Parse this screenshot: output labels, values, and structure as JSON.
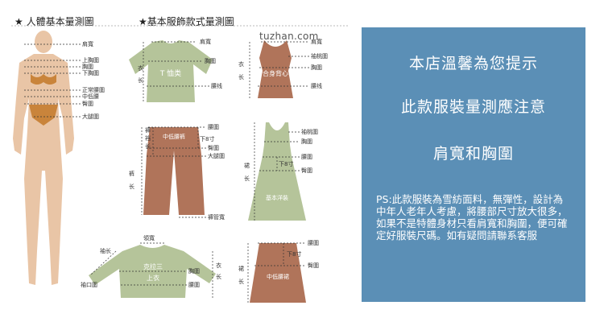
{
  "chart": {
    "title_body": "★ 人體基本量測圖",
    "title_clothes": "★基本服飾款式量測圖",
    "watermark": "tuzhan.com",
    "body_labels": [
      "肩寬",
      "上胸圍",
      "胸圍",
      "下胸圍",
      "正常腰圍",
      "中低腰",
      "臀圍",
      "大腿圍"
    ],
    "tshirt": {
      "name": "T 恤类",
      "labels": [
        "肩寬",
        "胸圍",
        "腰线"
      ],
      "side": "衣\n长"
    },
    "vest": {
      "name": "合身背心",
      "labels": [
        "肩寬",
        "袖桃圍",
        "胸圍",
        "腰线"
      ],
      "side": "衣\n长"
    },
    "pants": {
      "name": "中低腰裤",
      "labels": [
        "腰圍",
        "下8寸",
        "臀圍",
        "大腿圍",
        "褲管寬"
      ],
      "side_top": "褲\n裆\n长",
      "side": "裤\n长"
    },
    "dress": {
      "name": "基本洋裝",
      "labels": [
        "袖桃圍",
        "胸圍",
        "腰圍",
        "下8寸",
        "臀圍"
      ],
      "side": "裙\n长"
    },
    "cardigan": {
      "name": "克拉三\n上衣",
      "labels": [
        "領寬",
        "胸圍",
        "腰圍",
        "袖长",
        "袖口圍"
      ],
      "side": "衣\n长"
    },
    "skirt": {
      "name": "中低腰裙",
      "labels": [
        "腰圍",
        "下8寸",
        "臀圍"
      ],
      "side": "裙\n长"
    }
  },
  "panel": {
    "line1": "本店溫馨為您提示",
    "line2": "此款服裝量測應注意",
    "line3": "肩寬和胸圍",
    "note": "PS:此款服裝為雪紡面料，無彈性，設計為中年人老年人考慮，將腰部尺寸放大很多，如果不是特體身材只看肩寬和胸圍，便可確定好服裝尺碼。如有疑問請聯系客服"
  },
  "colors": {
    "panel_bg": "#5b8fb6",
    "garment_green": "#b5c49a",
    "garment_brown": "#b0745a",
    "skin": "#e9c5a6"
  }
}
